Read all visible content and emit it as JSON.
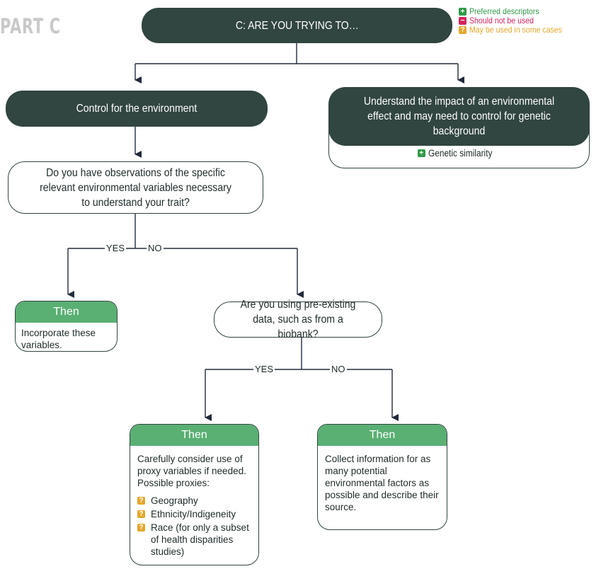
{
  "part_title": "PART C",
  "legend": {
    "preferred": "Preferred descriptors",
    "not_used": "Should not be used",
    "some_cases": "May be used in some cases",
    "preferred_color": "#2f9a48",
    "not_used_color": "#d3245c",
    "some_cases_color": "#e4a72a"
  },
  "top": {
    "question": "C: ARE YOU TRYING TO…"
  },
  "left_branch": {
    "label": "Control for the environment"
  },
  "right_branch": {
    "label": "Understand the impact of an environmental effect and may need to control for genetic background",
    "descriptor": "Genetic similarity"
  },
  "q1": {
    "text": "Do you have observations of the specific relevant environmental variables necessary to understand your trait?",
    "yes": "YES",
    "no": "NO"
  },
  "q2": {
    "text": "Are you using pre-existing data, such as from a biobank?",
    "yes": "YES",
    "no": "NO"
  },
  "then1": {
    "head": "Then",
    "body": "Incorporate these variables."
  },
  "then2": {
    "head": "Then",
    "body": "Carefully consider use of proxy variables if needed. Possible proxies:",
    "items": [
      "Geography",
      "Ethnicity/Indigeneity",
      "Race (for only a subset of health disparities studies)"
    ]
  },
  "then3": {
    "head": "Then",
    "body": "Collect information for as many potential environmental factors as possible and describe their source."
  }
}
